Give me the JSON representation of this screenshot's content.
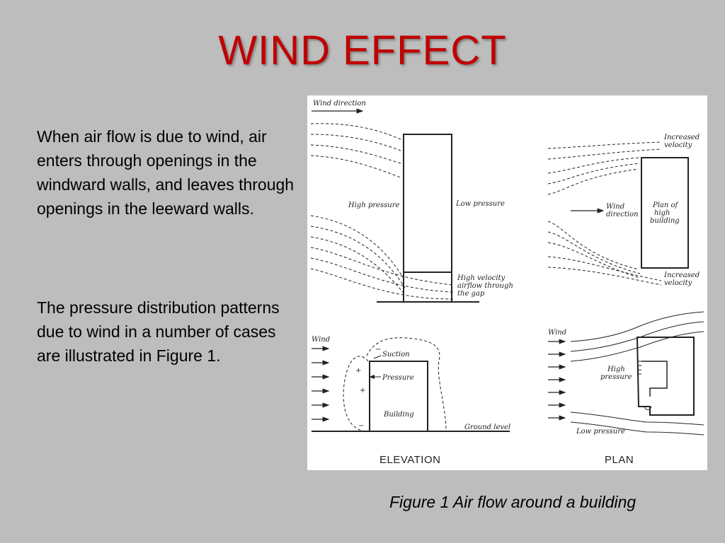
{
  "slide": {
    "title": "WIND EFFECT",
    "paragraph_1": "When air flow is due to wind, air enters through openings in the windward walls, and leaves through openings in the leeward walls.",
    "paragraph_2": "The pressure distribution patterns due to wind in a number of cases are illustrated in Figure 1.",
    "caption": "Figure 1  Air flow around a building"
  },
  "figure": {
    "top_left": {
      "wind_direction": "Wind direction",
      "high_pressure": "High pressure",
      "low_pressure": "Low pressure",
      "high_velocity_line1": "High velocity",
      "high_velocity_line2": "airflow through",
      "high_velocity_line3": "the gap"
    },
    "top_right": {
      "increased_velocity_top_line1": "Increased",
      "increased_velocity_top_line2": "velocity",
      "wind_line1": "Wind",
      "wind_line2": "direction",
      "plan_line1": "Plan of",
      "plan_line2": "high",
      "plan_line3": "building",
      "increased_velocity_bottom_line1": "Increased",
      "increased_velocity_bottom_line2": "velocity"
    },
    "bottom_left": {
      "wind": "Wind",
      "suction": "Suction",
      "pressure": "Pressure",
      "building": "Building",
      "ground_level": "Ground level",
      "plus": "+",
      "minus": "−",
      "elevation": "ELEVATION"
    },
    "bottom_right": {
      "wind": "Wind",
      "high_pressure_line1": "High",
      "high_pressure_line2": "pressure",
      "low_pressure": "Low pressure",
      "plan": "PLAN"
    }
  }
}
